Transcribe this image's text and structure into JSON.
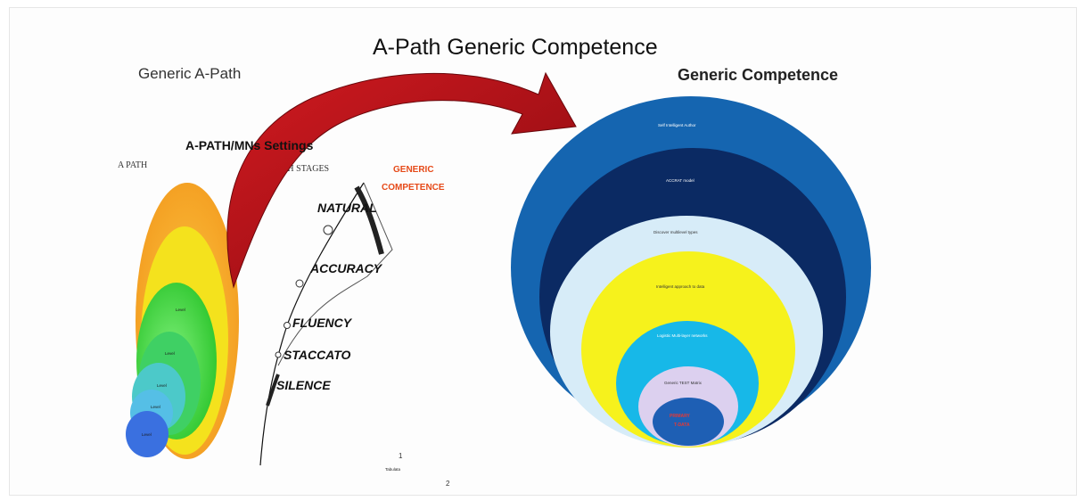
{
  "title": "A-Path Generic Competence",
  "left_panel": {
    "title": "Generic A-Path",
    "settings_heading": "A-PATH/MNs Settings",
    "apath_label": "A PATH",
    "apath_stages_label": "A-PATH STAGES",
    "generic_competence_line1": "GENERIC",
    "generic_competence_line2": "COMPETENCE",
    "stages": [
      "NATURAL",
      "ACCURACY",
      "FLUENCY",
      "STACCATO",
      "SILENCE"
    ],
    "footnote_number": "1",
    "footnote_text": "Tabulata",
    "page_number": "2"
  },
  "right_panel": {
    "title": "Generic Competence",
    "rings": [
      {
        "label": "Self Intelligent Author",
        "color": "#1565b0"
      },
      {
        "label": "ACCRAT model",
        "color": "#0b2a63"
      },
      {
        "label": "Discover multilevel types",
        "color": "#d7ecf8"
      },
      {
        "label": "Intelligent approach to data",
        "color": "#f6f21c"
      },
      {
        "label": "Logistic Multi-layer networks",
        "color": "#17b8e8"
      },
      {
        "label": "Generic TEST Matrix",
        "color": "#dcd0ef"
      },
      {
        "label": "PRIMARY",
        "label2": "T-DATA",
        "color": "#1e5fb4"
      }
    ]
  },
  "colors": {
    "arrow_red": "#b5121b",
    "arrow_dark": "#7f0a10",
    "left_orange": "#f7a623",
    "left_yellow": "#f6e520",
    "left_green": "#3fd63a",
    "left_cyan": "#45c9d6",
    "left_blue": "#3a6fe0"
  }
}
